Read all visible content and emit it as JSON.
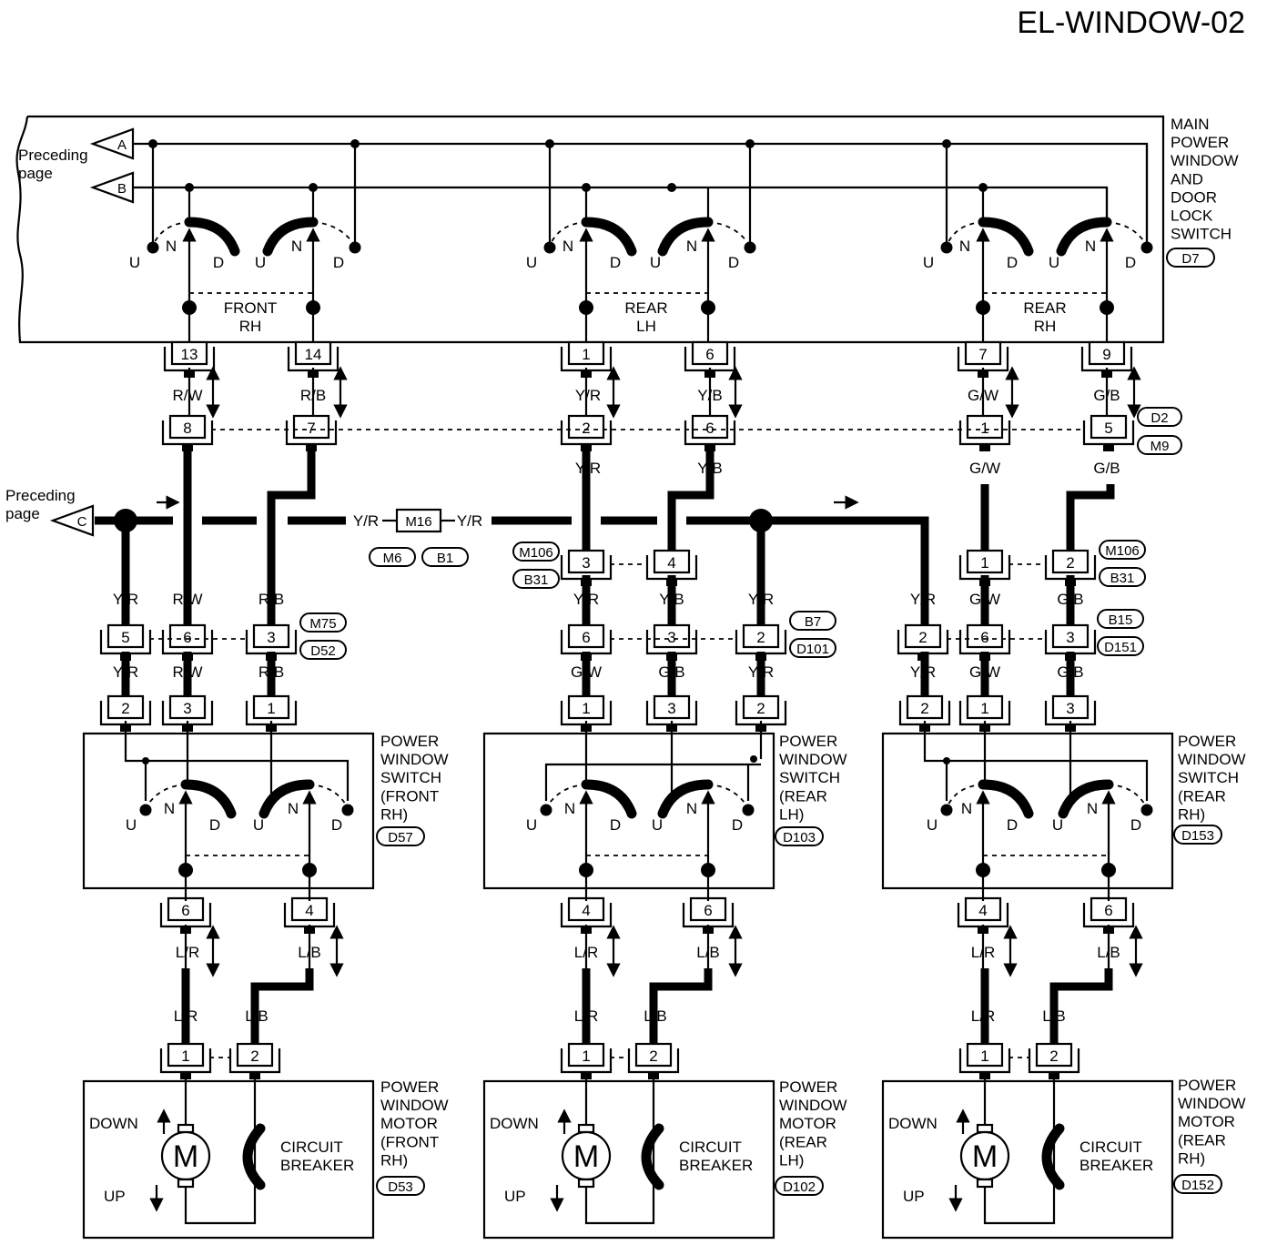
{
  "page_code": "EL-WINDOW-02",
  "preceding_page": "Preceding\npage",
  "main_switch": {
    "name": "MAIN\nPOWER\nWINDOW\nAND\nDOOR\nLOCK\nSWITCH",
    "code": "D7",
    "refs": [
      "A",
      "B",
      "C"
    ],
    "sections": [
      "FRONT\nRH",
      "REAR\nLH",
      "REAR\nRH"
    ],
    "pins": [
      "13",
      "14",
      "1",
      "6",
      "7",
      "9"
    ]
  },
  "switch_pos": {
    "u": "U",
    "n": "N",
    "d": "D"
  },
  "harness_D2_M9": {
    "codes": [
      "D2",
      "M9"
    ],
    "pins": [
      "8",
      "7",
      "2",
      "6",
      "1",
      "5"
    ]
  },
  "wires": {
    "rw": "R/W",
    "rb": "R/B",
    "yr": "Y/R",
    "yb": "Y/B",
    "gw": "G/W",
    "gb": "G/B",
    "lr": "L/R",
    "lb": "L/B"
  },
  "m16": {
    "code": "M16",
    "refs": [
      "M6",
      "B1"
    ]
  },
  "c_m106_b31": {
    "codes": [
      "M106",
      "B31"
    ],
    "left_pins": [
      "3",
      "4"
    ],
    "right_pins": [
      "1",
      "2"
    ]
  },
  "c_m75_d52": {
    "codes": [
      "M75",
      "D52"
    ],
    "pins": [
      "5",
      "6",
      "3"
    ]
  },
  "c_b7_d101": {
    "codes": [
      "B7",
      "D101"
    ],
    "pins": [
      "6",
      "3",
      "2"
    ]
  },
  "c_b15_d151": {
    "codes": [
      "B15",
      "D151"
    ],
    "pins": [
      "2",
      "6",
      "3"
    ]
  },
  "pw_switches": [
    {
      "name": "POWER\nWINDOW\nSWITCH\n(FRONT\nRH)",
      "code": "D57",
      "top_pins": [
        "2",
        "3",
        "1"
      ],
      "bottom_pins": [
        "6",
        "4"
      ]
    },
    {
      "name": "POWER\nWINDOW\nSWITCH\n(REAR\nLH)",
      "code": "D103",
      "top_pins": [
        "1",
        "3",
        "2"
      ],
      "bottom_pins": [
        "4",
        "6"
      ]
    },
    {
      "name": "POWER\nWINDOW\nSWITCH\n(REAR\nRH)",
      "code": "D153",
      "top_pins": [
        "2",
        "1",
        "3"
      ],
      "bottom_pins": [
        "4",
        "6"
      ]
    }
  ],
  "motors": [
    {
      "name": "POWER\nWINDOW\nMOTOR\n(FRONT\nRH)",
      "code": "D53",
      "pins": [
        "1",
        "2"
      ]
    },
    {
      "name": "POWER\nWINDOW\nMOTOR\n(REAR\nLH)",
      "code": "D102",
      "pins": [
        "1",
        "2"
      ]
    },
    {
      "name": "POWER\nWINDOW\nMOTOR\n(REAR\nRH)",
      "code": "D152",
      "pins": [
        "1",
        "2"
      ]
    }
  ],
  "motor_text": {
    "m": "M",
    "down": "DOWN",
    "up": "UP",
    "breaker": "CIRCUIT\nBREAKER"
  }
}
